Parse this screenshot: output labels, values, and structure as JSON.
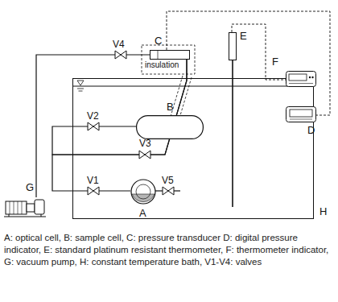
{
  "diagram": {
    "caption": "A: optical cell, B: sample cell, C: pressure transducer D: digital pressure indicator, E: standard platinum resistant thermometer, F: thermometer indicator, G: vacuum pump, H: constant temperature bath, V1-V4: valves",
    "nodes": [
      {
        "text": [
          "H"
        ]
      },
      {
        "text": [
          "A"
        ],
        "in": 0
      },
      {
        "text": [
          "B"
        ],
        "in": 0
      },
      {
        "text": [
          "C"
        ]
      },
      {
        "text": [
          "D"
        ]
      },
      {
        "text": [
          "E"
        ]
      },
      {
        "text": [
          "F"
        ]
      },
      {
        "text": [
          "G"
        ]
      }
    ],
    "edges": [
      {
        "from": 7,
        "to": 3,
        "arrow": "none"
      },
      {
        "from": 2,
        "to": 3,
        "arrow": "none"
      },
      {
        "from": 1,
        "to": 3,
        "arrow": "none"
      },
      {
        "from": 3,
        "to": 4,
        "arrow": "none"
      },
      {
        "from": 5,
        "to": 6,
        "arrow": "none"
      }
    ],
    "labels": [
      "V4",
      "V2",
      "V3",
      "V1",
      "V5",
      "insulation"
    ]
  }
}
